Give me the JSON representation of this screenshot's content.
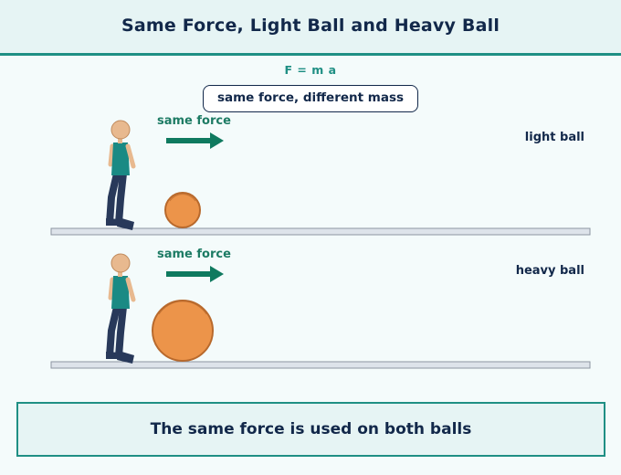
{
  "header": {
    "title": "Same Force, Light Ball and Heavy Ball"
  },
  "formula": "F = m a",
  "callout": "same force, different mass",
  "scenes": [
    {
      "force_label": "same force",
      "ball_label": "light ball"
    },
    {
      "force_label": "same force",
      "ball_label": "heavy ball"
    }
  ],
  "footer": {
    "text": "The same force is used on both balls"
  },
  "colors": {
    "accent": "#1f8f84",
    "title_text": "#12284a",
    "arrow": "#0f7a5f",
    "ball_fill": "#ec944a",
    "ball_stroke": "#b8692c",
    "ground_fill": "#dde3ea",
    "shirt": "#1a8a84",
    "pants": "#28395a",
    "skin": "#e8b98f"
  }
}
